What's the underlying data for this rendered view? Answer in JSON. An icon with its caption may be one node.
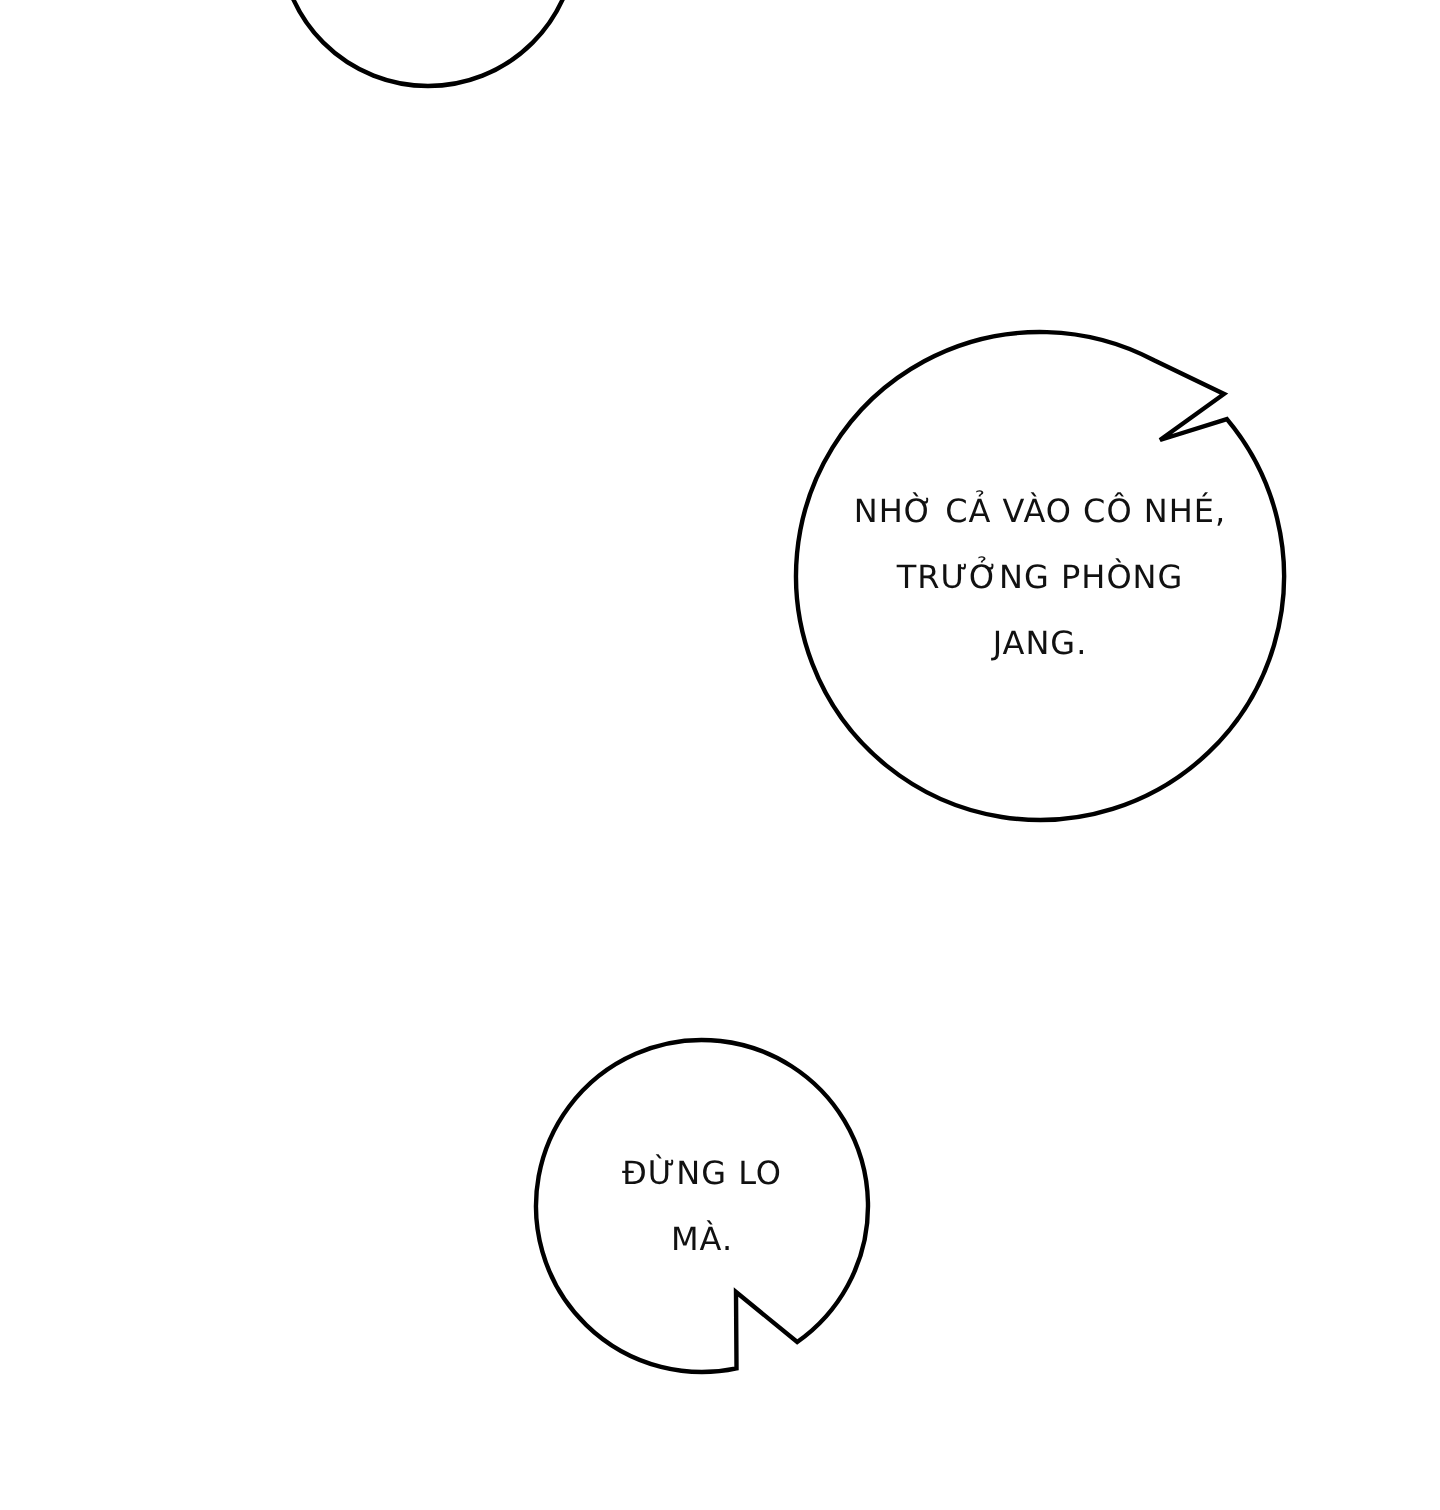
{
  "diagram": {
    "nodes": [
      {
        "text": [],
        "shape": "circle"
      },
      {
        "text": [
          "NHỜ CẢ VÀO CÔ NHÉ, TRƯỞNG PHÒNG JANG."
        ]
      },
      {
        "text": [
          "ĐỪNG LO MÀ."
        ]
      }
    ]
  }
}
